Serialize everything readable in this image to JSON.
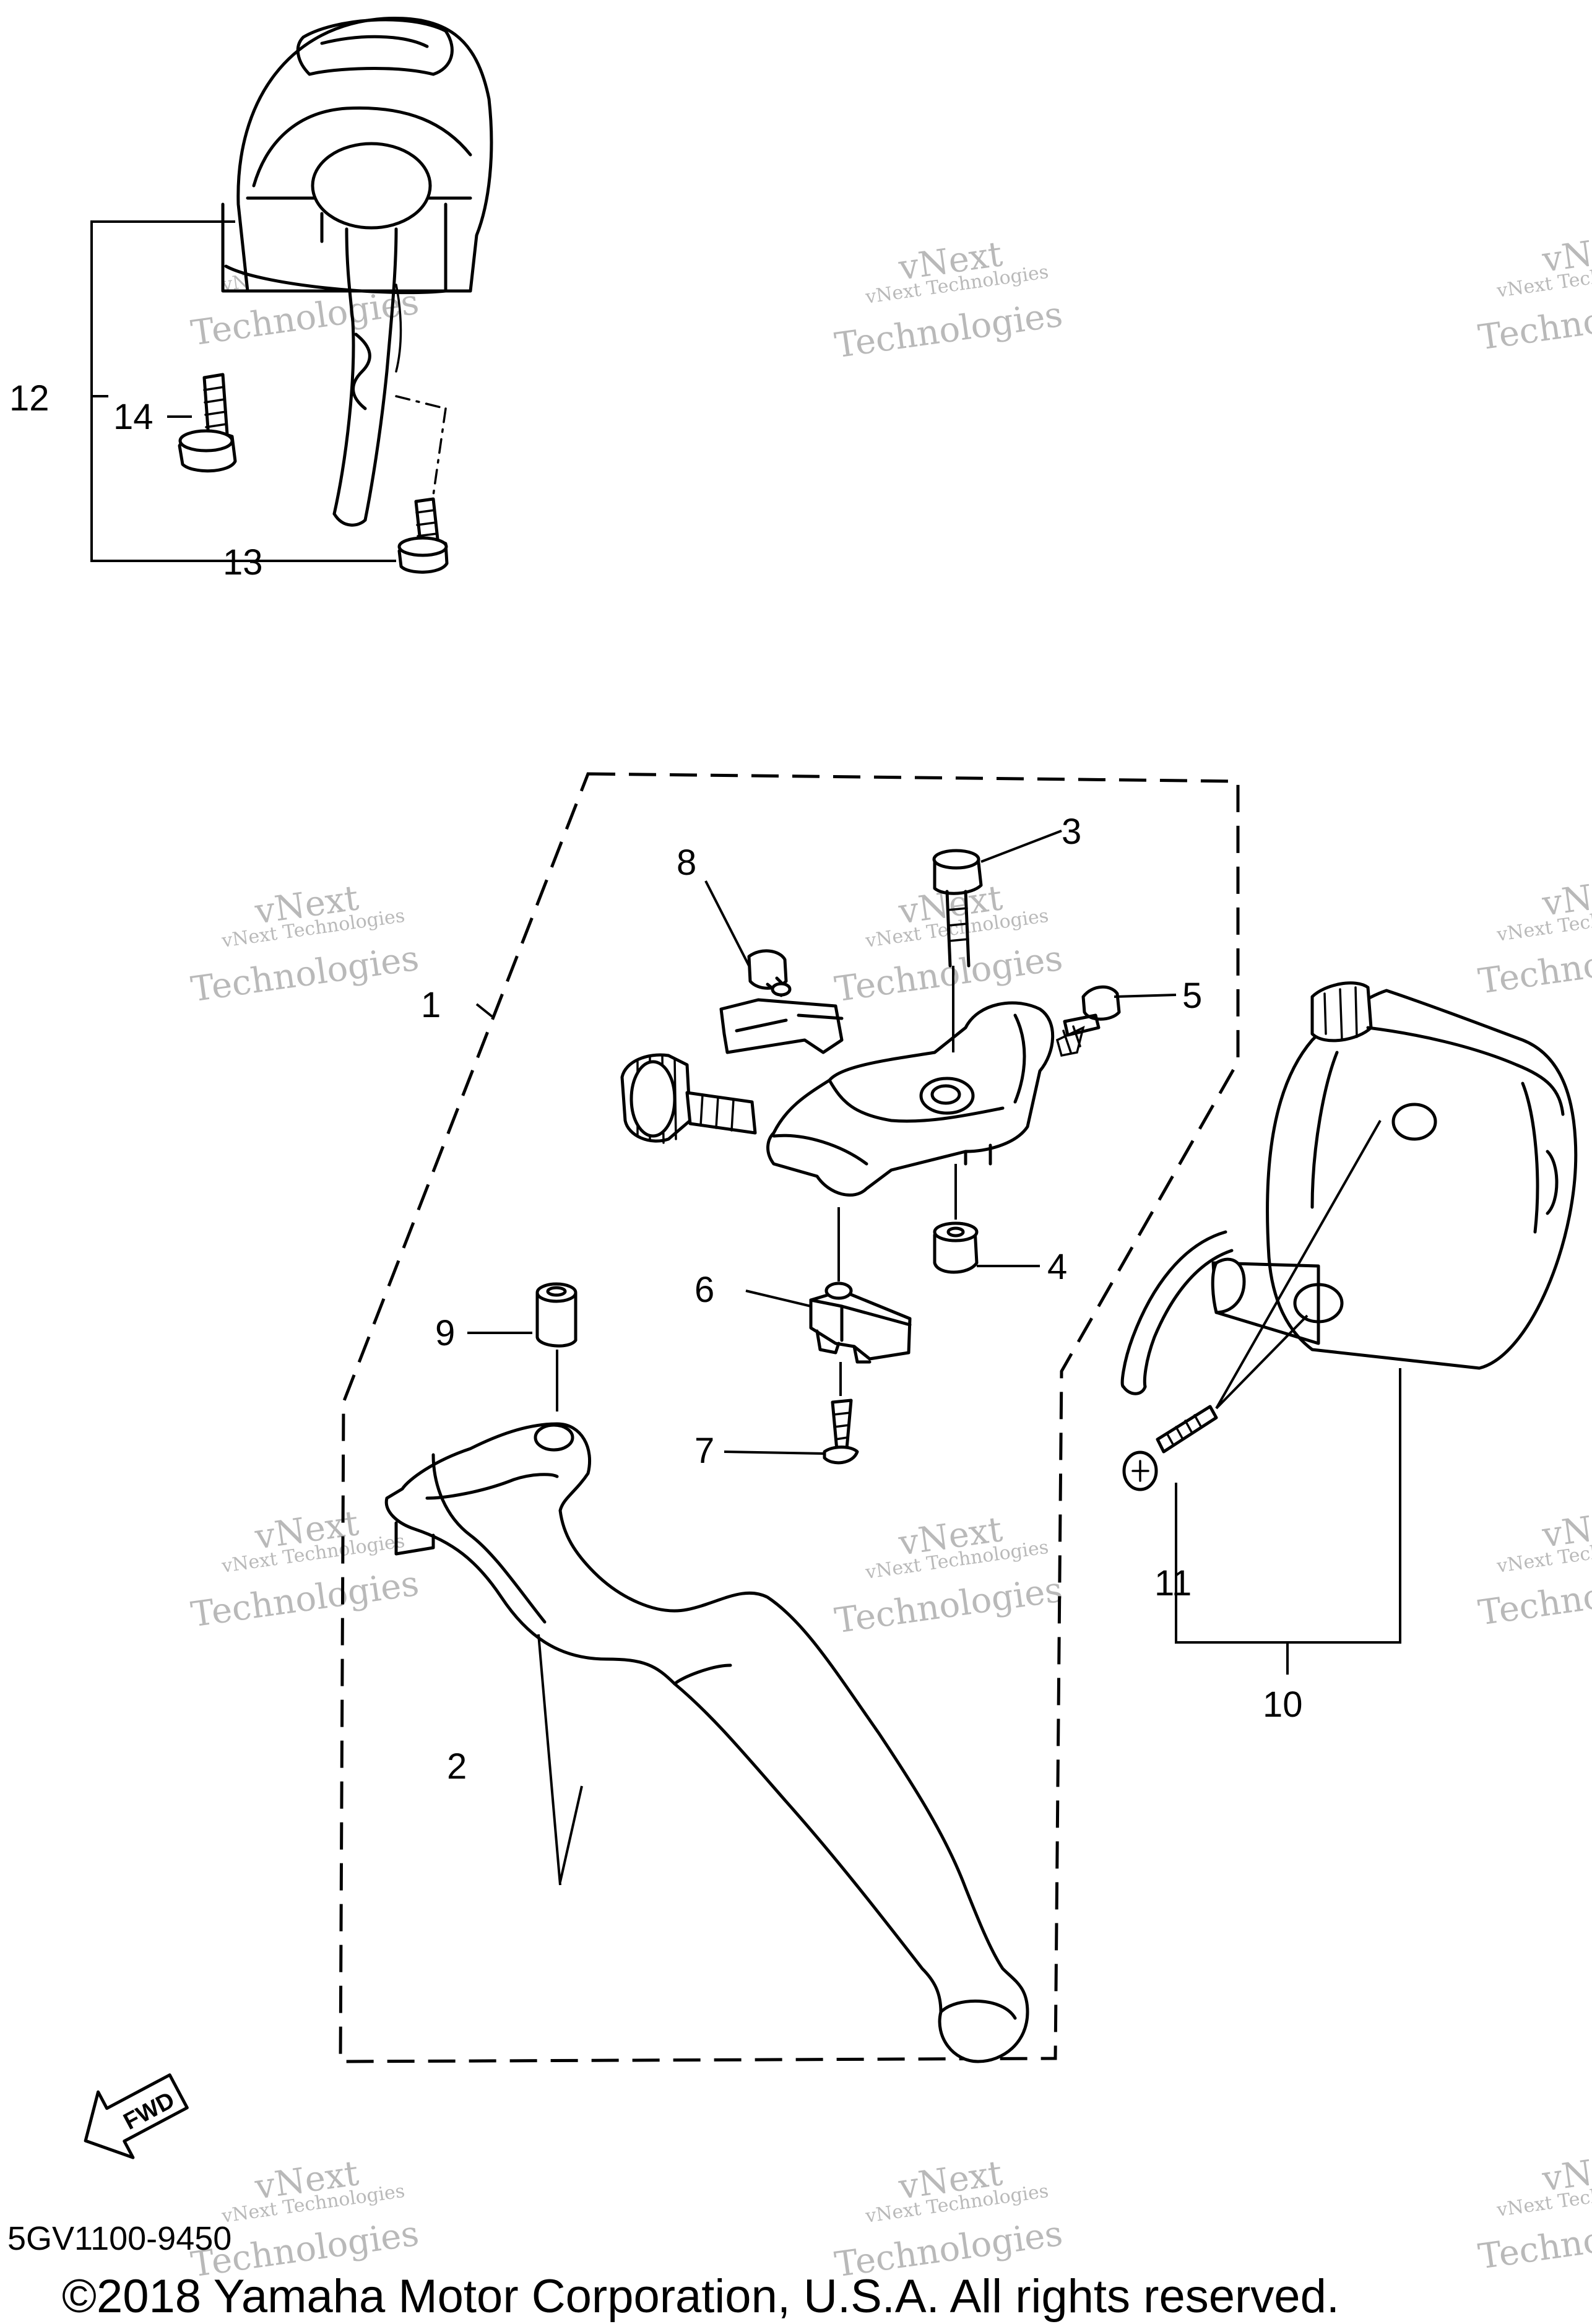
{
  "callouts": [
    "1",
    "2",
    "3",
    "4",
    "5",
    "6",
    "7",
    "8",
    "9",
    "10",
    "11",
    "12",
    "13",
    "14"
  ],
  "watermark": {
    "line1": "vNext Technologies",
    "line2a": "vNext",
    "line2b": "Technologies"
  },
  "fwd_label": "FWD",
  "part_code": "5GV1100-9450",
  "copyright": "©2018 Yamaha Motor Corporation, U.S.A. All rights reserved."
}
